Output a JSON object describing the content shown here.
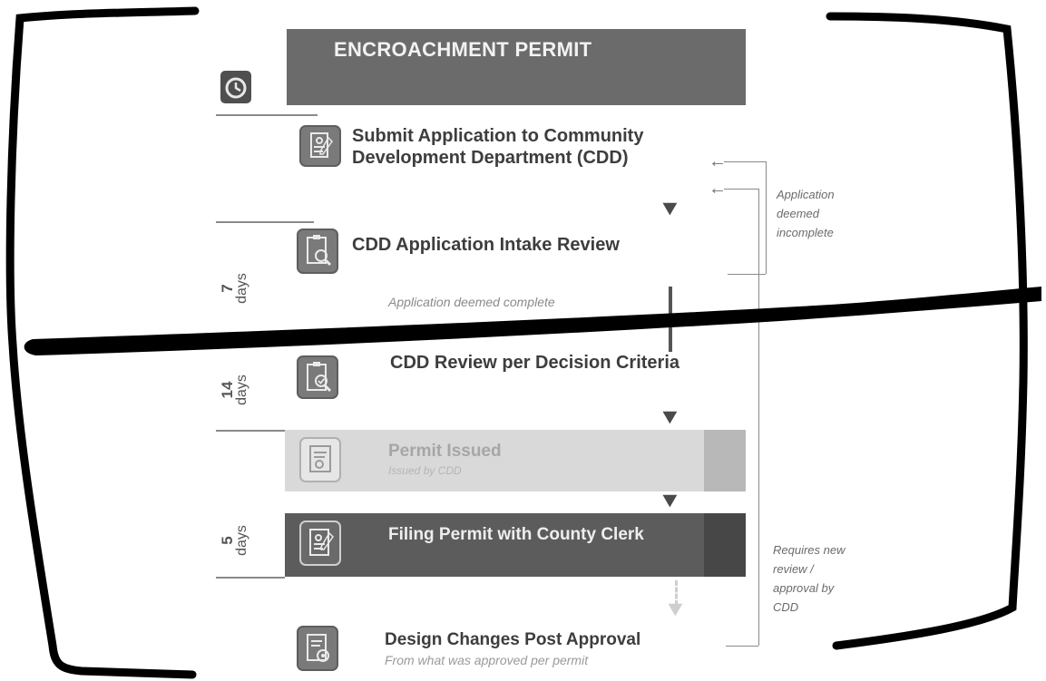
{
  "header": {
    "title": "ENCROACHMENT PERMIT"
  },
  "steps": [
    {
      "title_line1": "Submit Application to Community",
      "title_line2": "Development Department (CDD)"
    },
    {
      "title": "CDD Application Intake Review"
    },
    {
      "note": "Application deemed complete"
    },
    {
      "title": "CDD Review per Decision Criteria"
    },
    {
      "title": "Permit Issued",
      "subtitle": "Issued by CDD"
    },
    {
      "title": "Filing Permit with County Clerk"
    },
    {
      "title": "Design Changes Post Approval",
      "subtitle": "From what was approved per permit"
    }
  ],
  "durations": [
    {
      "number": "7",
      "unit": "days"
    },
    {
      "number": "14",
      "unit": "days"
    },
    {
      "number": "5",
      "unit": "days"
    }
  ],
  "side_notes": {
    "incomplete": [
      "Application",
      "deemed",
      "incomplete"
    ],
    "requires": [
      "Requires new",
      "review /",
      "approval by",
      "CDD"
    ]
  },
  "colors": {
    "header_bg": "#6b6b6b",
    "band_light": "#d9d9d9",
    "band_dark": "#5c5c5c",
    "marker_stroke": "#000000"
  },
  "icons": [
    "clock-icon",
    "application-form-icon",
    "clipboard-search-icon",
    "clipboard-check-icon",
    "certificate-icon",
    "document-pen-icon",
    "document-gear-icon"
  ]
}
